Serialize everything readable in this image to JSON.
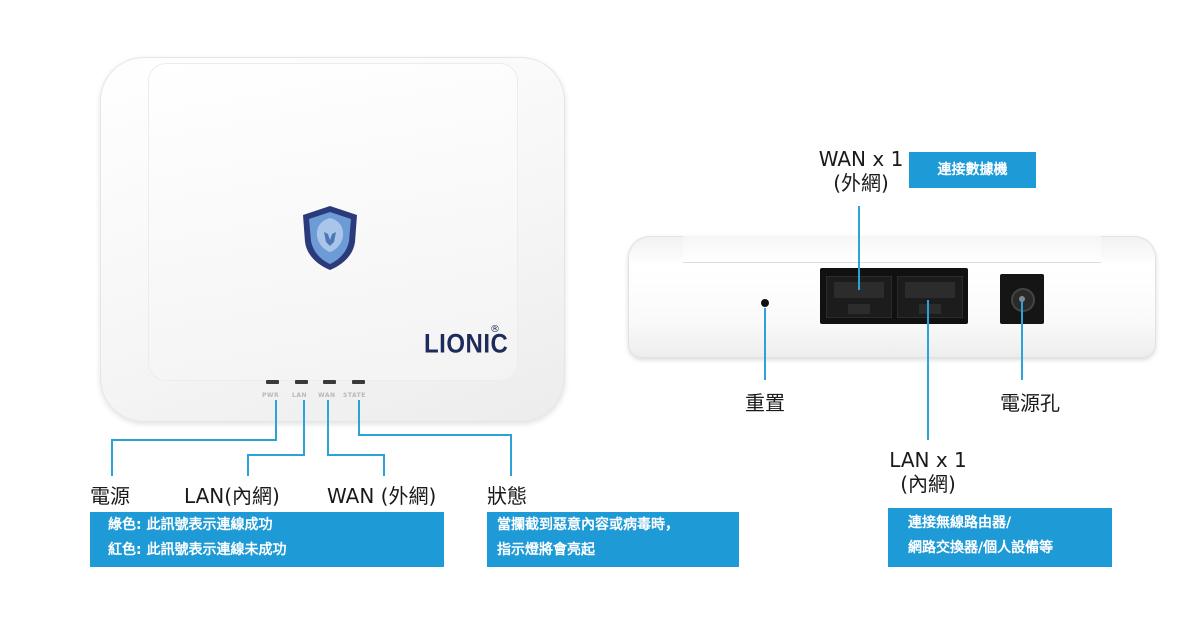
{
  "device_front": {
    "brand": "LIONIC",
    "brand_mark": "®",
    "led_labels": [
      "PWR",
      "LAN",
      "WAN",
      "STATE"
    ]
  },
  "callouts_front": {
    "power": "電源",
    "lan": "LAN(內網)",
    "wan": "WAN (外網)",
    "state": "狀態"
  },
  "info_boxes": {
    "power_status": [
      "綠色: 此訊號表示連線成功",
      "紅色: 此訊號表示連線未成功"
    ],
    "state_status": [
      "當攔截到惡意內容或病毒時，",
      "指示燈將會亮起"
    ],
    "wan_port": "連接數據機",
    "lan_port": [
      "連接無線路由器/",
      "網路交換器/個人設備等"
    ]
  },
  "callouts_back": {
    "wan_line1": "WAN x 1",
    "wan_line2": "(外網)",
    "reset": "重置",
    "power_jack": "電源孔",
    "lan_line1": "LAN x 1",
    "lan_line2": "(內網)"
  },
  "colors": {
    "accent": "#1e9ad6",
    "shield_outer": "#2a3a7a",
    "shield_inner": "#6d9bd6"
  },
  "icons": [
    "shield-lion-logo",
    "ethernet-port-icon",
    "power-jack-icon",
    "reset-hole-icon"
  ]
}
